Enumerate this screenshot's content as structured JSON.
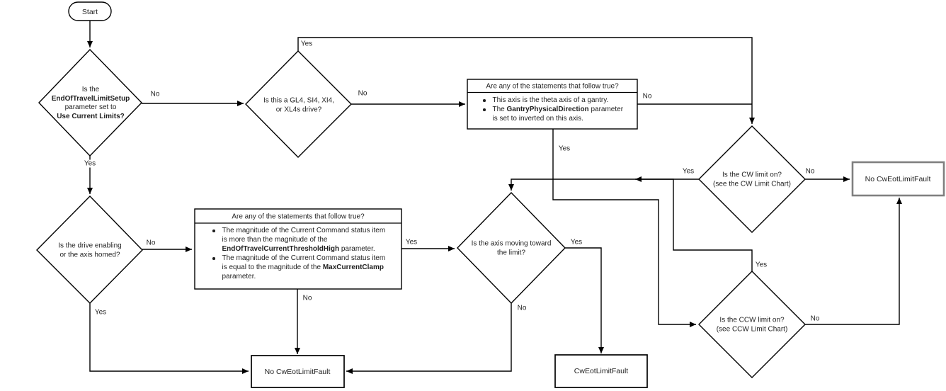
{
  "colors": {
    "background": "#ffffff",
    "line": "#000000",
    "text": "#1f1f1f",
    "terminal_border_gray": "#808080"
  },
  "nodes": {
    "start": {
      "label": "Start"
    },
    "eot_setup": {
      "l1": "Is the",
      "l2": "EndOfTravelLimitSetup",
      "l3": "parameter set to",
      "l4": "Use Current Limits?"
    },
    "drive_type": {
      "l1": "Is this a GL4, SI4, XI4,",
      "l2": "or XL4s drive?"
    },
    "gantry_box": {
      "header": "Are any of the statements that follow true?",
      "b1": "This axis is the theta axis of a gantry.",
      "b2_l1_pre": "The ",
      "b2_l1_bold": "GantryPhysicalDirection",
      "b2_l1_post": " parameter",
      "b2_l2": "is set to inverted on this axis."
    },
    "cw_limit": {
      "l1": "Is the CW limit on?",
      "l2": "(see the CW Limit Chart)"
    },
    "drive_enabling": {
      "l1": "Is the drive enabling",
      "l2": "or the axis homed?"
    },
    "current_box": {
      "header": "Are any of the statements that follow true?",
      "b1_l1": "The magnitude of the Current Command status item",
      "b1_l2": "is more than the magnitude of the",
      "b1_l3_bold": "EndOfTravelCurrentThresholdHigh",
      "b1_l3_post": " parameter.",
      "b2_l1": "The magnitude of the Current Command status item",
      "b2_l2_pre": "is equal to the magnitude of the ",
      "b2_l2_bold": "MaxCurrentClamp",
      "b2_l3": "parameter."
    },
    "axis_moving": {
      "l1": "Is the axis moving toward",
      "l2": "the limit?"
    },
    "ccw_limit": {
      "l1": "Is the CCW limit on?",
      "l2": "(see CCW Limit Chart)"
    },
    "no_fault_right": {
      "label": "No CwEotLimitFault"
    },
    "no_fault_bottom": {
      "label": "No CwEotLimitFault"
    },
    "fault": {
      "label": "CwEotLimitFault"
    }
  },
  "edges": {
    "eot_setup_no": "No",
    "eot_setup_yes": "Yes",
    "drive_type_yes": "Yes",
    "drive_type_no": "No",
    "gantry_no": "No",
    "gantry_yes": "Yes",
    "cw_yes": "Yes",
    "cw_no": "No",
    "ccw_yes": "Yes",
    "ccw_no": "No",
    "drive_enabling_no": "No",
    "drive_enabling_yes": "Yes",
    "current_yes": "Yes",
    "current_no": "No",
    "axis_moving_yes": "Yes",
    "axis_moving_no": "No"
  }
}
